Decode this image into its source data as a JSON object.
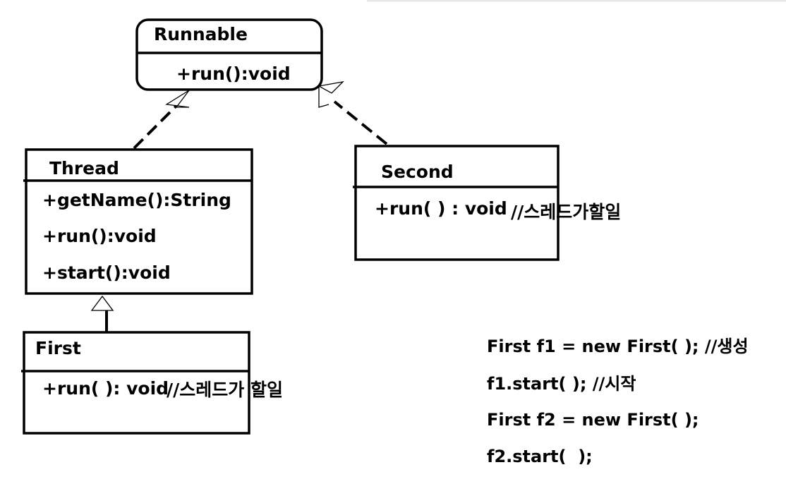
{
  "classes": {
    "runnable": {
      "name": "Runnable",
      "methods": [
        "+run():void"
      ]
    },
    "thread": {
      "name": "Thread",
      "methods": [
        "+getName():String",
        "+run():void",
        "+start():void"
      ]
    },
    "second": {
      "name": "Second",
      "method": "+run( ) : void",
      "comment": "//스레드가할일"
    },
    "first": {
      "name": "First",
      "method": "+run( ): void",
      "comment": "//스레드가 할일"
    }
  },
  "code": [
    "First f1 = new First( ); //생성",
    "f1.start( ); //시작",
    "First f2 = new First( );",
    "f2.start(  );"
  ]
}
